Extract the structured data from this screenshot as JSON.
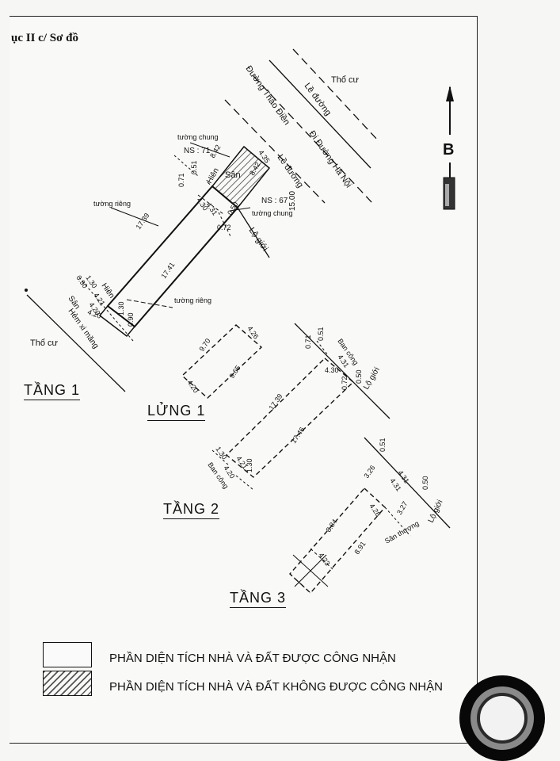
{
  "header": {
    "title": "ục II c/ Sơ đồ"
  },
  "compass": {
    "label": "B"
  },
  "site": {
    "tho_cu_top": "Thổ cư",
    "tho_cu_bottom": "Thổ cư",
    "le_duong_outer": "Lề đường",
    "street_name": "Đường Thảo Điền",
    "street_direction": "Đi Đường Hà Nội",
    "le_duong_inner": "Lề đường",
    "street_width": "15.00",
    "lo_gioi": "Lộ giới",
    "wall_shared_top": "tường chung",
    "wall_shared_side": "tường chung",
    "wall_private_top": "tường riêng",
    "wall_private_bottom": "tường riêng",
    "neighbor_left": "NS : 71",
    "neighbor_right": "NS : 67",
    "san_front": "Sân",
    "hien_front": "Hiên",
    "hien_rear": "Hiên",
    "san_rear": "Sân",
    "alley": "Hẻm xi măng"
  },
  "floors": {
    "tang1": "TẦNG 1",
    "lung1": "LỬNG 1",
    "tang2": "TẦNG 2",
    "tang3": "TẦNG 3"
  },
  "dims_tang1": {
    "front_top": "4.35",
    "side_yard_a": "8.42",
    "side_yard_b": "8.42",
    "offset_a": "0.51",
    "offset_b": "0.71",
    "inner_a": "4.30",
    "inner_b": "4.31",
    "offset_c": "0.72",
    "offset_d": "0.50",
    "long_left": "17.39",
    "long_right": "17.41",
    "rear_a": "0.90",
    "rear_b": "1.30",
    "rear_c": "4.21",
    "rear_d": "4.20",
    "rear_e": "4.20",
    "rear_f": "1.30",
    "rear_g": "0.90"
  },
  "dims_lung1": {
    "top": "9.70",
    "right": "4.26",
    "bottom": "9.65",
    "left": "4.20"
  },
  "dims_tang2": {
    "balcony_front": "Ban công",
    "off_a": "0.71",
    "off_b": "0.51",
    "w_a": "4.31",
    "w_b": "4.30",
    "off_c": "0.72",
    "off_d": "0.50",
    "lo_gioi": "Lộ giới",
    "long_left": "17.39",
    "long_right": "17.46",
    "rear_a": "1.30",
    "rear_b": "4.21",
    "rear_c": "4.20",
    "rear_d": "1.30",
    "balcony_rear": "Ban công"
  },
  "dims_tang3": {
    "off_a": "0.51",
    "w_a": "3.26",
    "w_b": "4.31",
    "w_c": "4.31",
    "off_b": "0.50",
    "lo_gioi": "Lộ giới",
    "w_d": "4.28",
    "w_e": "3.27",
    "roof_terrace": "Sân thượng",
    "long_left": "8.84",
    "long_right": "8.91",
    "rear": "4.23"
  },
  "legend": {
    "recognized": "PHẦN DIỆN TÍCH NHÀ VÀ ĐẤT ĐƯỢC CÔNG NHẬN",
    "not_recognized": "PHẦN DIỆN TÍCH NHÀ VÀ ĐẤT KHÔNG ĐƯỢC CÔNG NHẬN"
  }
}
